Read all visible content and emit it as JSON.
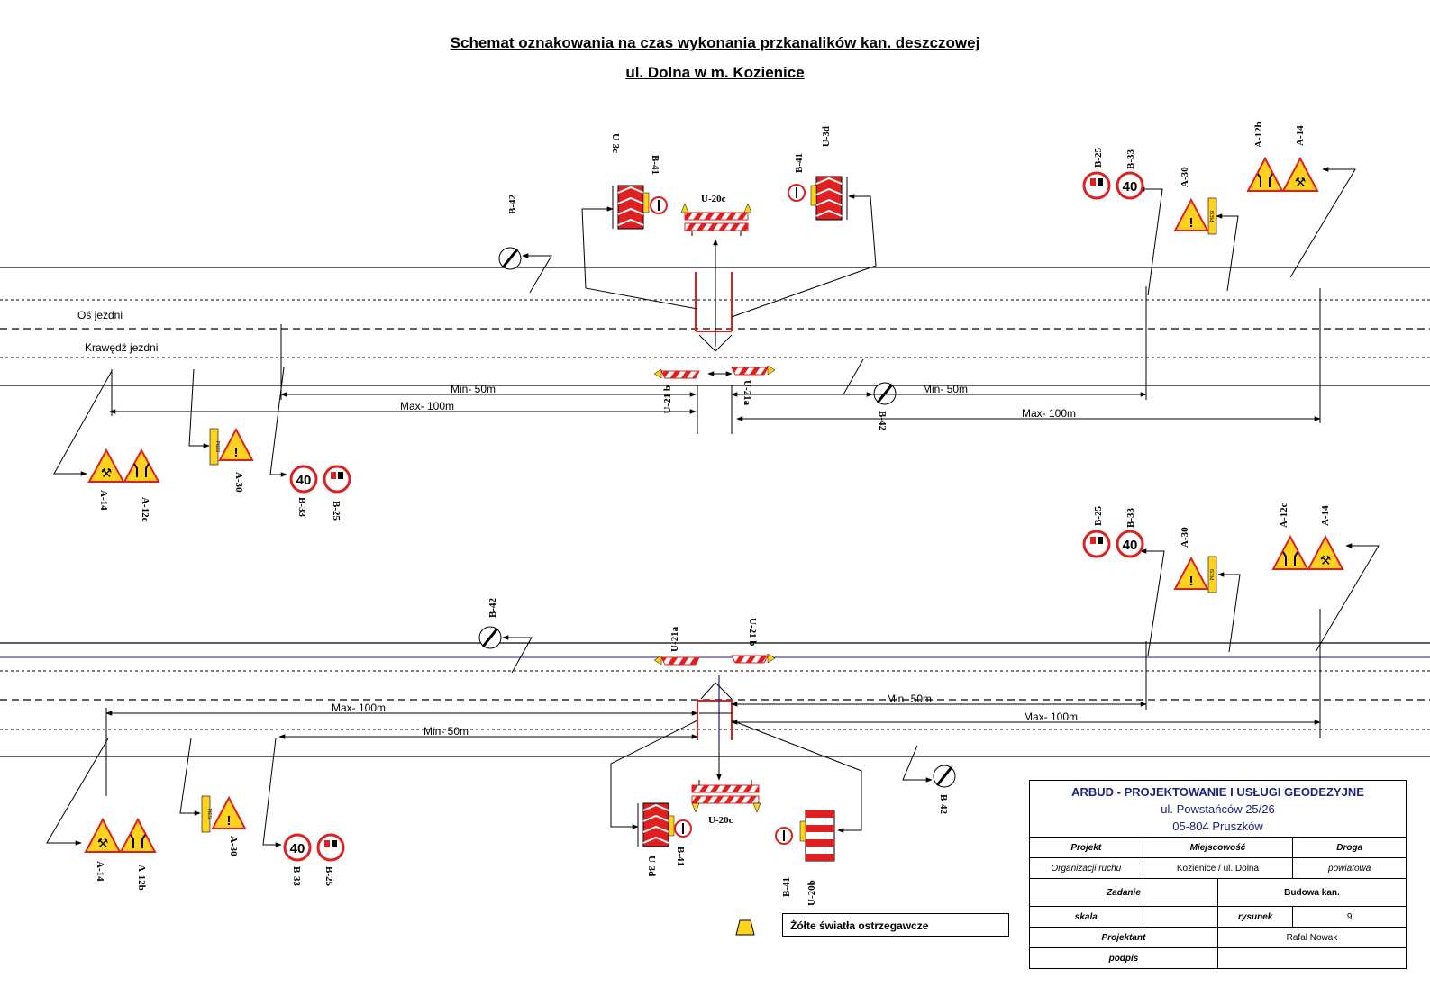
{
  "title": {
    "line1": "Schemat oznakowania na czas wykonania przkanalików kan. deszczowej",
    "line2": "ul. Dolna  w m. Kozienice"
  },
  "labels": {
    "os_jezdni": "Oś   jezdni",
    "krawedz_jezdni": "Krawędź   jezdni",
    "min50": "Min- 50m",
    "max100": "Max- 100m"
  },
  "signs": {
    "a14": "A-14",
    "a12b": "A-12b",
    "a12c": "A-12c",
    "a30": "A-30",
    "b33": "B-33",
    "b25": "B-25",
    "b41": "B-41",
    "b42": "B-42",
    "u3c": "U-3c",
    "u3d": "U-3d",
    "u20b": "U-20b",
    "u20c": "U-20c",
    "u21a": "U-21a",
    "u21b": "U-21 b",
    "speed": "40",
    "plate": "PIESI"
  },
  "legend": {
    "text": "Żółte światła ostrzegawcze"
  },
  "title_block": {
    "firm": "ARBUD - PROJEKTOWANIE I USŁUGI GEODEZYJNE",
    "street": "ul. Powstańców 25/26",
    "city": "05-804 Pruszków",
    "projekt_label": "Projekt",
    "miejscowosc_label": "Miejscowość",
    "droga_label": "Droga",
    "projekt_value": "Organizacji ruchu",
    "miejscowosc_value": "Kozienice / ul. Dolna",
    "droga_value": "powiatowa",
    "zadanie_label": "Zadanie",
    "zadanie_value": "Budowa kan.",
    "skala_label": "skala",
    "skala_value": "",
    "rysunek_label": "rysunek",
    "rysunek_value": "9",
    "projektant_label": "Projektant",
    "projektant_value": "Rafał Nowak",
    "podpis_label": "podpis",
    "podpis_value": ""
  },
  "colors": {
    "sign_red": "#e02020",
    "sign_yellow": "#ffd21f",
    "firm_blue": "#1a237e",
    "blue_line": "#1a1a8c"
  }
}
